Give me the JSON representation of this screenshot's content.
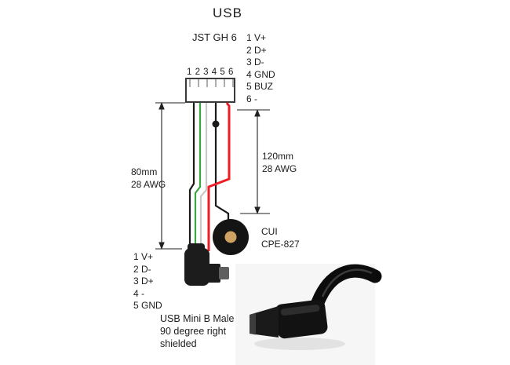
{
  "title": "USB",
  "jst": {
    "label": "JST GH 6",
    "pin_numbers": "1 2 3 4 5 6",
    "pins": [
      "1 V+",
      "2 D+",
      "3 D-",
      "4 GND",
      "5 BUZ",
      "6  -"
    ]
  },
  "dimensions": {
    "left": {
      "length": "80mm",
      "gauge": "28 AWG"
    },
    "right": {
      "length": "120mm",
      "gauge": "28 AWG"
    }
  },
  "buzzer": {
    "brand": "CUI",
    "model": "CPE-827"
  },
  "usb_connector": {
    "pins": [
      "1 V+",
      "2 D-",
      "3 D+",
      "4  -",
      "5 GND"
    ],
    "caption_line1": "USB Mini B  Male",
    "caption_line2": "90 degree right",
    "caption_line3": "shielded"
  },
  "colors": {
    "wire_red": "#ee1c25",
    "wire_green": "#3aa645",
    "wire_white": "#c8c8c8",
    "wire_black": "#1a1a1a",
    "buzzer_body": "#141414",
    "buzzer_center": "#cfa263",
    "dimension_line": "#222222"
  }
}
